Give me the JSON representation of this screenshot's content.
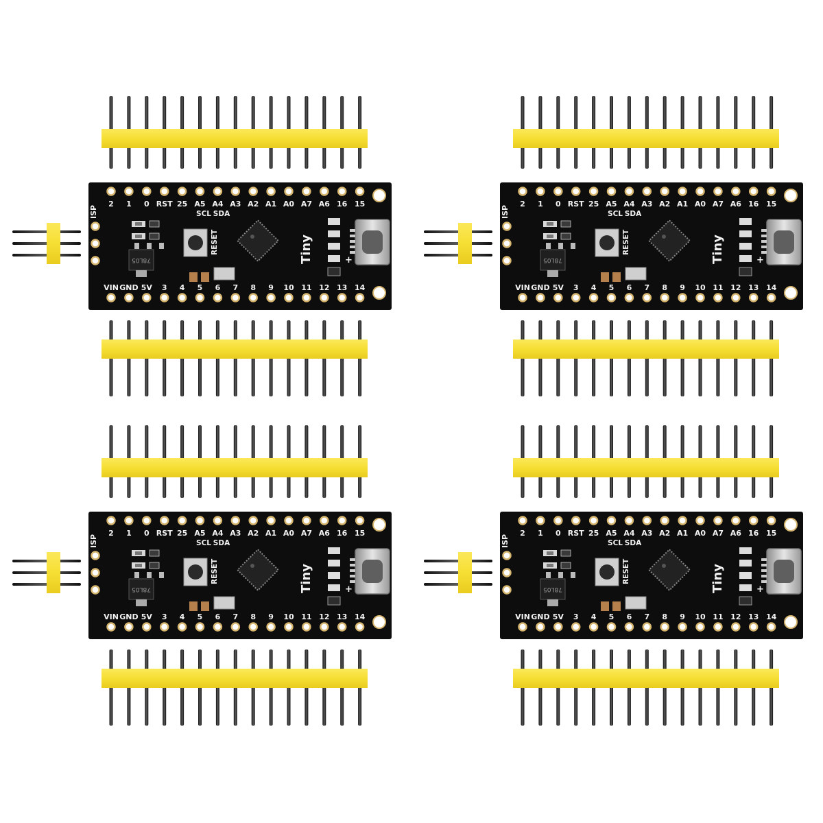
{
  "board": {
    "isp_label": "ISP",
    "top_pins": [
      "2",
      "1",
      "0",
      "RST",
      "25",
      "A5",
      "A4",
      "A3",
      "A2",
      "A1",
      "A0",
      "A7",
      "A6",
      "16",
      "15"
    ],
    "bottom_pins": [
      "VIN",
      "GND",
      "5V",
      "3",
      "4",
      "5",
      "6",
      "7",
      "8",
      "9",
      "10",
      "11",
      "12",
      "13",
      "14"
    ],
    "i2c_labels": [
      "SCL",
      "SDA"
    ],
    "reset_label": "RESET",
    "name_label": "Tiny",
    "regulator_label": "78L05",
    "plus_label": "+"
  },
  "kits": [
    {
      "name": "kit-top-left"
    },
    {
      "name": "kit-top-right"
    },
    {
      "name": "kit-bottom-left"
    },
    {
      "name": "kit-bottom-right"
    }
  ],
  "colors": {
    "pcb": "#0d0d0d",
    "header_plastic": "#f6e03a",
    "pin_metal": "#2b2b2b",
    "pad_gold": "#d8b770",
    "silkscreen": "#f2f2f2",
    "usb_metal": "#bdbdbd"
  }
}
